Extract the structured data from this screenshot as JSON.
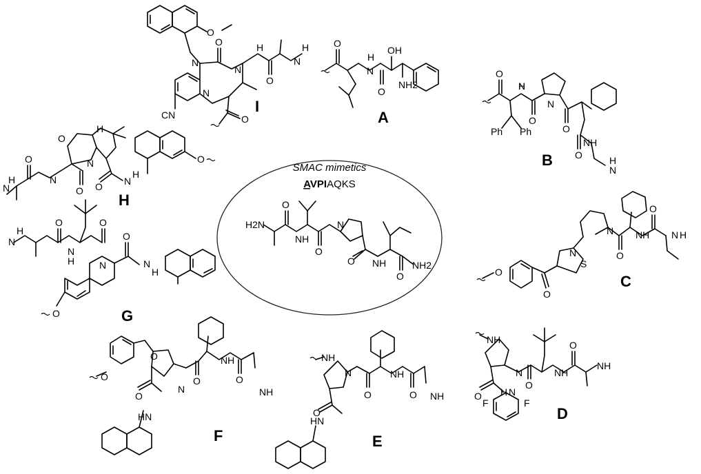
{
  "center": {
    "title": "SMAC mimetics",
    "sequence": {
      "first_bold_underlined": "A",
      "bold_rest": "VPI",
      "plain_rest": "AQKS"
    },
    "atoms": [
      "H2N",
      "NH",
      "N",
      "NH",
      "NH2",
      "O",
      "O",
      "O",
      "O"
    ]
  },
  "compounds": [
    {
      "label": "A",
      "atoms": [
        "O",
        "N",
        "H",
        "OH",
        "O",
        "NH2"
      ]
    },
    {
      "label": "B",
      "atoms": [
        "O",
        "H",
        "N",
        "O",
        "N",
        "Ph",
        "Ph",
        "O",
        "NH",
        "O",
        "N",
        "H"
      ]
    },
    {
      "label": "C",
      "atoms": [
        "O",
        "O",
        "N",
        "S",
        "N",
        "O",
        "NH",
        "O",
        "N",
        "H"
      ]
    },
    {
      "label": "D",
      "atoms": [
        "NH",
        "N",
        "O",
        "NH",
        "O",
        "NH",
        "O",
        "F",
        "F",
        "H",
        "N"
      ]
    },
    {
      "label": "E",
      "atoms": [
        "NH",
        "N",
        "O",
        "NH",
        "O",
        "NH",
        "HN",
        "O"
      ]
    },
    {
      "label": "F",
      "atoms": [
        "O",
        "O",
        "N",
        "O",
        "NH",
        "O",
        "NH",
        "HN",
        "O"
      ]
    },
    {
      "label": "G",
      "atoms": [
        "N",
        "H",
        "O",
        "N",
        "H",
        "O",
        "N",
        "O",
        "N",
        "H",
        "O"
      ]
    },
    {
      "label": "H",
      "atoms": [
        "O",
        "N",
        "H",
        "N",
        "O",
        "O",
        "N",
        "O",
        "N",
        "H",
        "H",
        "O"
      ]
    },
    {
      "label": "I",
      "atoms": [
        "O",
        "N",
        "O",
        "N",
        "H",
        "O",
        "N",
        "H",
        "N",
        "O",
        "CN"
      ]
    }
  ]
}
